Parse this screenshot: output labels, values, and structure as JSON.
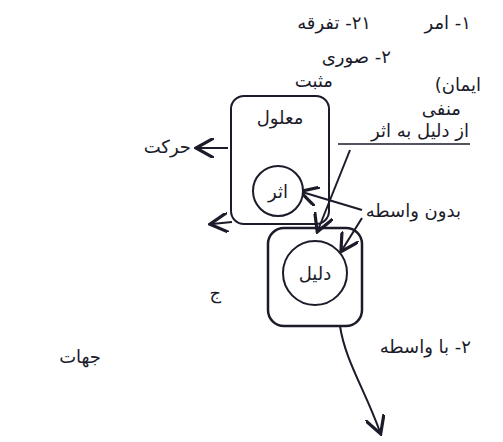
{
  "diagram": {
    "nodes": [
      {
        "text": [
          "معلول"
        ]
      },
      {
        "text": [
          "اثر"
        ],
        "in": 0
      },
      {
        "text": [
          "دلیل"
        ]
      }
    ],
    "labels": [
      "۲۱- تفرقه",
      "۱- امر",
      "۲- صوری",
      "ایمان)",
      "منفی",
      "از دلیل به اثر",
      "مثبت",
      "حرکت",
      "بدون واسطه",
      "ج",
      "۲- با واسطه",
      "جهات"
    ]
  }
}
